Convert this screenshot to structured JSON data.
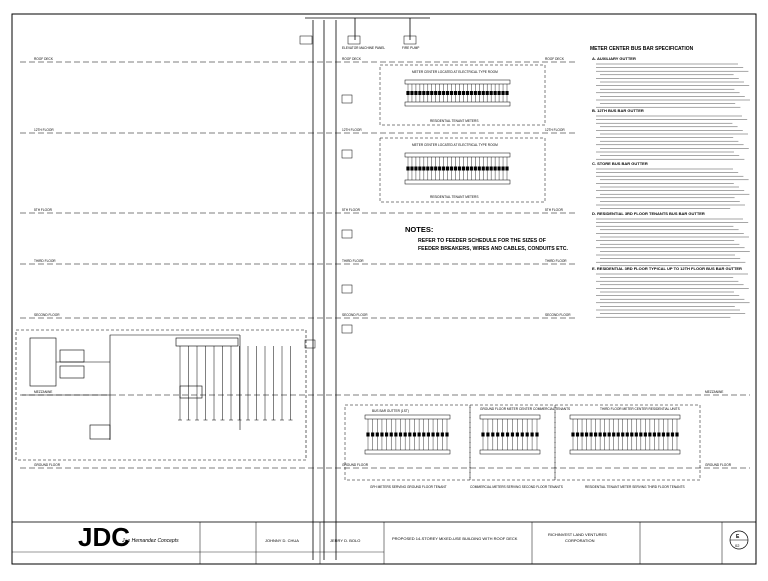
{
  "floors": {
    "roof_deck": "ROOF DECK",
    "fl_12": "12TH FLOOR",
    "fl_5": "5TH FLOOR",
    "third": "THIRD FLOOR",
    "second": "SECOND FLOOR",
    "mezzanine": "MEZZANINE",
    "ground": "GROUND FLOOR"
  },
  "roof_equipment": [
    "ELEVATOR MACHINE PANEL",
    "FIRE PUMP"
  ],
  "meter_centers": {
    "upper_top": "METER CENTER LOCATED AT ELECTRICAL TYPE ROOM",
    "upper_mid": "METER CENTER LOCATED AT ELECTRICAL TYPE ROOM",
    "bus_label": "RESIDENTIAL TENANT METERS",
    "ground_1": "BUS BAR GUTTER (1ST)",
    "ground_2": "GROUND FLOOR METER CENTER COMMERCIAL TENANTS",
    "ground_3": "THIRD FLOOR METER CENTER RESIDENTIAL UNITS",
    "cap_1": "GFH METERS SERVING GROUND FLOOR TENANT",
    "cap_2": "COMMERCIAL METERS SERVING SECOND FLOOR TENANTS",
    "cap_3": "RESIDENTIAL TENANT METER SERVING THIRD FLOOR TENANTS"
  },
  "notes": {
    "heading": "NOTES:",
    "line1": "REFER TO FEEDER SCHEDULE FOR THE SIZES OF",
    "line2": "FEEDER BREAKERS, WIRES AND CABLES, CONDUITS ETC."
  },
  "spec": {
    "title": "METER CENTER BUS BAR SPECIFICATION",
    "sections": [
      "A. AUXILIARY GUTTER",
      "B. 12TH BUS BAR GUTTER",
      "C. STORE BUS BAR GUTTER",
      "D. RESIDENTIAL 3RD FLOOR TENANTS BUS BAR GUTTER",
      "E. RESIDENTIAL 3RD FLOOR TYPICAL UP TO 12TH FLOOR BUS BAR GUTTER"
    ]
  },
  "title_block": {
    "company_short": "JDC",
    "company_sub": "J+e Hernandez Concepts",
    "person_1": "JOHNNY D. CHUA",
    "person_2": "JERRY D. BOLO",
    "project": "PROPOSED 14-STOREY MIXED-USE BUILDING WITH ROOF DECK",
    "owner": "RICHINVEST LAND VENTURES CORPORATION",
    "sheet": "E",
    "sheet_num": "02"
  },
  "colors": {
    "line": "#000000",
    "paper": "#ffffff"
  }
}
